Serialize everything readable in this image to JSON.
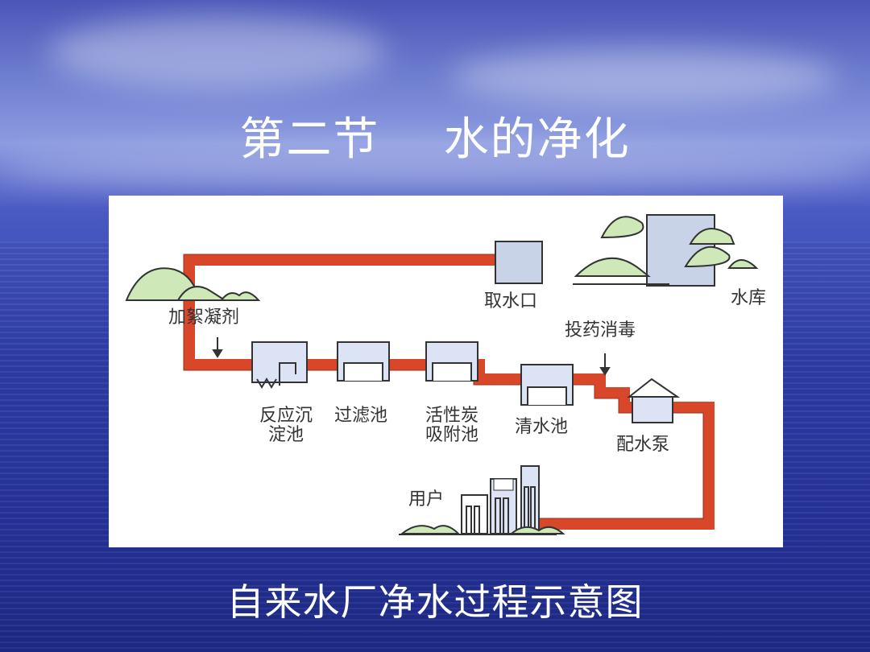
{
  "slide": {
    "title_part1": "第二节",
    "title_part2": "水的净化",
    "caption": "自来水厂净水过程示意图"
  },
  "diagram": {
    "labels": {
      "reservoir": "水库",
      "intake": "取水口",
      "coagulant": "加絮凝剂",
      "disinfect": "投药消毒",
      "sedimentation_1": "反应沉",
      "sedimentation_2": "淀池",
      "filter": "过滤池",
      "carbon_1": "活性炭",
      "carbon_2": "吸附池",
      "clear_water": "清水池",
      "pump": "配水泵",
      "users": "用户"
    }
  },
  "colors": {
    "pipe": "#d9472a",
    "tank_fill": "#dbe3f5",
    "tree_fill": "#cfe8b8",
    "background_blue": "#2f3ea8"
  }
}
